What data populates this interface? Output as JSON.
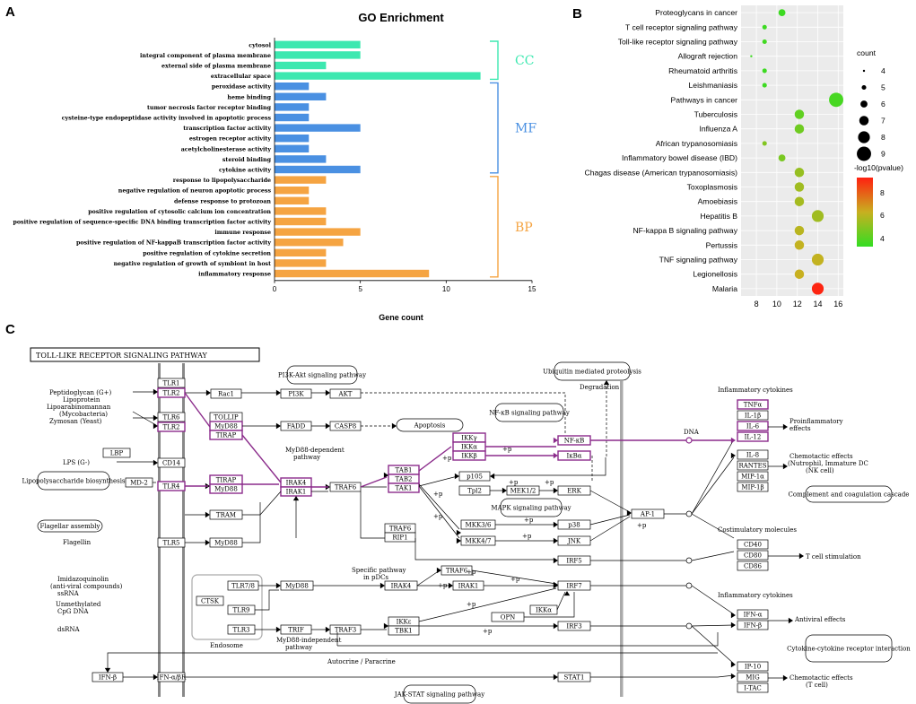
{
  "panels": {
    "a": "A",
    "b": "B",
    "c": "C"
  },
  "chart_data": [
    {
      "type": "bar",
      "title": "GO Enrichment",
      "xlabel": "Gene count",
      "xlim": [
        0,
        15
      ],
      "xticks": [
        "0",
        "5",
        "10",
        "15"
      ],
      "grid": false,
      "colors": {
        "CC": "#3de8b0",
        "MF": "#4a90e2",
        "BP": "#f5a442"
      },
      "groups": [
        {
          "label": "CC",
          "terms": [
            "cytosol",
            "integral component of plasma membrane",
            "external side of plasma membrane",
            "extracellular space"
          ],
          "values": [
            5,
            5,
            3,
            12
          ]
        },
        {
          "label": "MF",
          "terms": [
            "peroxidase activity",
            "heme binding",
            "tumor necrosis factor receptor binding",
            "cysteine-type endopeptidase activity involved in apoptotic process",
            "transcription factor activity",
            "estrogen receptor activity",
            "acetylcholinesterase activity",
            "steroid binding",
            "cytokine activity"
          ],
          "values": [
            2,
            3,
            2,
            2,
            5,
            2,
            2,
            3,
            5
          ]
        },
        {
          "label": "BP",
          "terms": [
            "response to lipopolysaccharide",
            "negative regulation of neuron apoptotic process",
            "defense response to protozoan",
            "positive regulation of cytosolic calcium ion concentration",
            "positive regulation of sequence-specific DNA binding transcription factor activity",
            "immune response",
            "positive regulation of NF-kappaB transcription factor activity",
            "positive regulation of cytokine secretion",
            "negative regulation of growth of symbiont in host",
            "inflammatory response"
          ],
          "values": [
            3,
            2,
            2,
            3,
            3,
            5,
            4,
            3,
            3,
            9
          ]
        }
      ]
    },
    {
      "type": "scatter",
      "title": "",
      "xlabel": "",
      "xlim": [
        6.5,
        16.5
      ],
      "xticks": [
        "8",
        "10",
        "12",
        "14",
        "16"
      ],
      "grid": true,
      "categories": [
        "Proteoglycans in cancer",
        "T cell receptor signaling pathway",
        "Toll-like receptor signaling pathway",
        "Allograft rejection",
        "Rheumatoid arthritis",
        "Leishmaniasis",
        "Pathways in cancer",
        "Tuberculosis",
        "Influenza A",
        "African trypanosomiasis",
        "Inflammatory bowel disease (IBD)",
        "Chagas disease (American trypanosomiasis)",
        "Toxoplasmosis",
        "Amoebiasis",
        "Hepatitis B",
        "NF-kappa B signaling pathway",
        "Pertussis",
        "TNF signaling pathway",
        "Legionellosis",
        "Malaria"
      ],
      "x": [
        10.5,
        8.8,
        8.8,
        7.5,
        8.8,
        8.8,
        15.8,
        12.2,
        12.2,
        8.8,
        10.5,
        12.2,
        12.2,
        12.2,
        14,
        12.2,
        12.2,
        14,
        12.2,
        14
      ],
      "count": [
        6,
        5,
        5,
        4,
        5,
        5,
        9,
        7,
        7,
        5,
        6,
        7,
        7,
        7,
        8,
        7,
        7,
        8,
        7,
        8
      ],
      "neglog10p": [
        3.8,
        3.8,
        3.9,
        3.8,
        3.8,
        3.8,
        4.0,
        4.5,
        4.8,
        5.2,
        5.0,
        5.6,
        5.8,
        5.9,
        5.8,
        6.3,
        6.5,
        6.5,
        6.6,
        9.5
      ],
      "legend_count": {
        "title": "count",
        "levels": [
          "4",
          "5",
          "6",
          "7",
          "8",
          "9"
        ]
      },
      "legend_color": {
        "title": "-log10(pvalue)",
        "ticks": [
          "8",
          "6",
          "4"
        ],
        "low": "#33dd22",
        "mid": "#c8b020",
        "high": "#ff2010"
      }
    }
  ],
  "pathway": {
    "title": "TOLL-LIKE RECEPTOR SIGNALING PATHWAY",
    "nodes": {
      "tlr1": "TLR1",
      "tlr2a": "TLR2",
      "tlr6": "TLR6",
      "tlr2b": "TLR2",
      "rac1": "Rac1",
      "p13k": "PI3K",
      "akt": "AKT",
      "tollip": "TOLLIP",
      "myd88a": "MyD88",
      "tirapa": "TIRAP",
      "fadd": "FADD",
      "casp8": "CASP8",
      "lbp": "LBP",
      "cd14": "CD14",
      "md2": "MD-2",
      "tlr4": "TLR4",
      "tirapb": "TIRAP",
      "myd88b": "MyD88",
      "irak4a": "IRAK4",
      "irak1a": "IRAK1",
      "traf6a": "TRAF6",
      "tab1": "TAB1",
      "tab2": "TAB2",
      "tak1": "TAK1",
      "ikky": "IKKγ",
      "ikka": "IKKα",
      "ikkb": "IKKβ",
      "nfkb": "NF-κB",
      "ikba": "IκBα",
      "p105": "p105",
      "tpl2": "Tpl2",
      "mek12": "MEK1/2",
      "erk": "ERK",
      "mkk36": "MKK3/6",
      "p38": "p38",
      "mkk47": "MKK4/7",
      "jnk": "JNK",
      "ap1": "AP-1",
      "tram": "TRAM",
      "traf6b": "TRAF6",
      "rip1": "RIP1",
      "tlr5": "TLR5",
      "myd88c": "MyD88",
      "irf5": "IRF5",
      "tlr78": "TLR7/8",
      "myd88d": "MyD88",
      "irak4b": "IRAK4",
      "traf6c": "TRAF6",
      "irak1b": "IRAK1",
      "irf7": "IRF7",
      "ctsk": "CTSK",
      "tlr9": "TLR9",
      "ikkab": "IKKα",
      "opn": "OPN",
      "tlr3": "TLR3",
      "trif": "TRIF",
      "traf3": "TRAF3",
      "ikke": "IKKε",
      "tbk1": "TBK1",
      "irf3": "IRF3",
      "ifnb": "IFN-β",
      "ifnabr": "IFN-α/βR",
      "stat1": "STAT1",
      "tnfa": "TNFα",
      "il1b": "IL-1β",
      "il6": "IL-6",
      "il12": "IL-12",
      "il8": "IL-8",
      "rantes": "RANTES",
      "mip1a": "MIP-1α",
      "mip1b": "MIP-1β",
      "cd40": "CD40",
      "cd80": "CD80",
      "cd86": "CD86",
      "ifna": "IFN-α",
      "ifnb2": "IFN-β",
      "ip10": "IP-10",
      "mig": "MIG",
      "itac": "I-TAC"
    },
    "rounded": {
      "pi3kakt": "PI3K-Akt signaling pathway",
      "ubiq": "Ubiquitin mediated proteolysis",
      "nfkbpath": "NF-κB signaling pathway",
      "apoptosis": "Apoptosis",
      "lps_bio": "Lipopolysaccharide biosynthesis",
      "flag": "Flagellar assembly",
      "mapk": "MAPK signaling pathway",
      "complement": "Complement and coagulation cascade",
      "cytokine": "Cytokine-cytokine receptor interaction",
      "jakstat": "JAK-STAT signaling pathway"
    },
    "text": {
      "pg": "Peptidoglycan (G+)",
      "lipo": "Lipoprotein",
      "lipoara": "Lipoarabinomannan",
      "myco": "(Mycobacteria)",
      "zymo": "Zymosan (Yeast)",
      "lps": "LPS (G-)",
      "flagellin": "Flagellin",
      "imid1": "Imidazoquinolin",
      "imid2": "(anti-viral compounds)",
      "ssrna": "ssRNA",
      "cpg1": "Unmethylated",
      "cpg2": "CpG DNA",
      "dsrna": "dsRNA",
      "degradation": "Degradation",
      "dna": "DNA",
      "myd88dep1": "MyD88-dependent",
      "myd88dep2": "pathway",
      "specific1": "Specific pathway",
      "specific2": "in pDCs",
      "endosome": "Endosome",
      "myd88ind1": "MyD88-independent",
      "myd88ind2": "pathway",
      "autocrine": "Autocrine / Paracrine",
      "inflcyt1": "Inflammatory cytokines",
      "proinfl1": "Proinflammatory",
      "proinfl2": "effects",
      "chemo1": "Chemotactic effects",
      "chemo2": "(Nutrophil, Immature DC",
      "chemo3": "(NK cell)",
      "costim": "Costimulatory molecules",
      "tcell": "T cell stimulation",
      "inflcyt2": "Inflammatory cytokines",
      "antiviral": "Antiviral effects",
      "chemo4": "Chemotactic effects",
      "chemo5": "(T cell)",
      "plus": "+p"
    }
  }
}
